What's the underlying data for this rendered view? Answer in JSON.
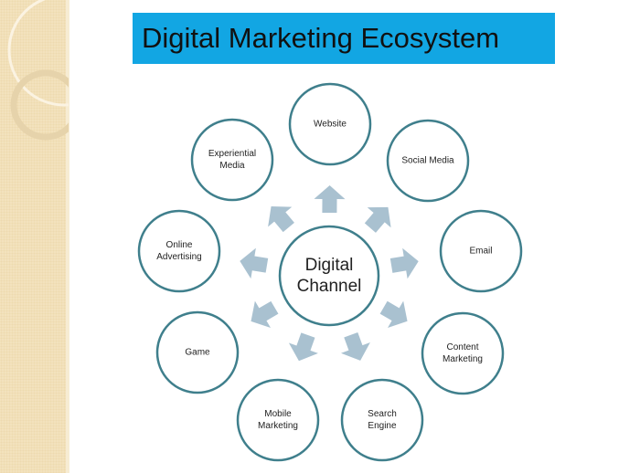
{
  "title": "Digital Marketing Ecosystem",
  "center": {
    "label": [
      "Digital",
      "Channel"
    ]
  },
  "nodes": [
    {
      "label": [
        "Website"
      ]
    },
    {
      "label": [
        "Social Media"
      ]
    },
    {
      "label": [
        "Email"
      ]
    },
    {
      "label": [
        "Content",
        "Marketing"
      ]
    },
    {
      "label": [
        "Search",
        "Engine"
      ]
    },
    {
      "label": [
        "Mobile",
        "Marketing"
      ]
    },
    {
      "label": [
        "Game"
      ]
    },
    {
      "label": [
        "Online",
        "Advertising"
      ]
    },
    {
      "label": [
        "Experiential",
        "Media"
      ]
    }
  ],
  "colors": {
    "title_bg": "#12a6e3",
    "circle_stroke": "#3f7f8c",
    "arrow": "#a9c1d0",
    "strip": "#f3e2bd"
  }
}
